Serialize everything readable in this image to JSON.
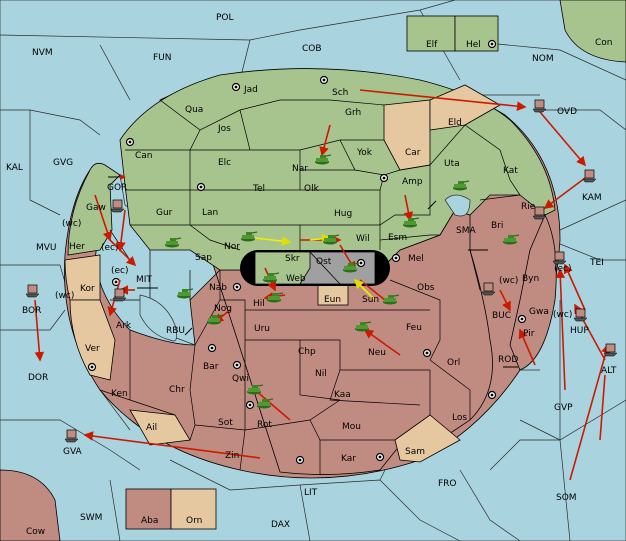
{
  "map": {
    "sea_color": "#a9d3de",
    "green_color": "#a8c48e",
    "red_color": "#c08c82",
    "tan_color": "#e6c8a0",
    "grey_color": "#a0a0a0",
    "labels": {
      "POL": "POL",
      "NVM": "NVM",
      "FUN": "FUN",
      "COB": "COB",
      "NOM": "NOM",
      "Con": "Con",
      "Elf": "Elf",
      "Hel": "Hel",
      "OVD": "OVD",
      "KAL": "KAL",
      "GVG": "GVG",
      "MVU": "MVU",
      "BOR": "BOR",
      "DOR": "DOR",
      "GVA": "GVA",
      "SWM": "SWM",
      "Cow": "Cow",
      "Aba": "Aba",
      "Orn": "Orn",
      "DAX": "DAX",
      "LIT": "LIT",
      "FRO": "FRO",
      "SOM": "SOM",
      "GVP": "GVP",
      "ALT": "ALT",
      "TEI": "TEI",
      "KAM": "KAM",
      "SMA": "SMA",
      "BUC": "BUC",
      "ROD": "ROD",
      "MIT": "MIT",
      "RBU": "RBU",
      "GOR": "GOR",
      "Jad": "Jad",
      "Sch": "Sch",
      "Qua": "Qua",
      "Jos": "Jos",
      "Grh": "Grh",
      "Eld": "Eld",
      "Can": "Can",
      "Elc": "Elc",
      "Nar": "Nar",
      "Yok": "Yok",
      "Car": "Car",
      "Uta": "Uta",
      "Kat": "Kat",
      "Tel": "Tel",
      "Olk": "Olk",
      "Amp": "Amp",
      "Gur": "Gur",
      "Lan": "Lan",
      "Hug": "Hug",
      "Esm": "Esm",
      "Rie": "Rie",
      "Bri": "Bri",
      "Gaw": "Gaw",
      "wc1": "(wc)",
      "ec1": "(ec)",
      "Her": "Her",
      "Nor": "Nor",
      "Wil": "Wil",
      "Sap": "Sap",
      "Skr": "Skr",
      "Ost": "Ost",
      "Mel": "Mel",
      "Byn": "Byn",
      "wc2": "(wc)",
      "ec2": "(ec)",
      "Kor": "Kor",
      "wc3": "(wc)",
      "Nab": "Nab",
      "Web": "Web",
      "Obs": "Obs",
      "Hil": "Hil",
      "Eun": "Eun",
      "Sun": "Sun",
      "Gwa": "Gwa",
      "ec3": "(ec)",
      "wc4": "(wc)",
      "Ark": "Ark",
      "Nog": "Nog",
      "Pir": "Pir",
      "HUP": "HUP",
      "Uru": "Uru",
      "Feu": "Feu",
      "Ver": "Ver",
      "Chp": "Chp",
      "Neu": "Neu",
      "Orl": "Orl",
      "Bar": "Bar",
      "Ken": "Ken",
      "Qwi": "Qwi",
      "Nil": "Nil",
      "Chr": "Chr",
      "Kaa": "Kaa",
      "Ail": "Ail",
      "Sot": "Sot",
      "Rot": "Rot",
      "Mou": "Mou",
      "Los": "Los",
      "Zin": "Zin",
      "Kar": "Kar",
      "Sam": "Sam"
    },
    "tanks": [
      "Nar",
      "Amp",
      "Esm",
      "Bri",
      "Wil",
      "Sap",
      "Nor",
      "Web",
      "Hil",
      "Ost",
      "Sun",
      "Nab",
      "Nog",
      "Feu",
      "Qwi",
      "Rot"
    ],
    "ships": [
      "OVD",
      "KAM",
      "GOR",
      "Ark",
      "BOR",
      "GVA",
      "Rie",
      "TEI",
      "BUC",
      "HUP",
      "ALT"
    ]
  }
}
